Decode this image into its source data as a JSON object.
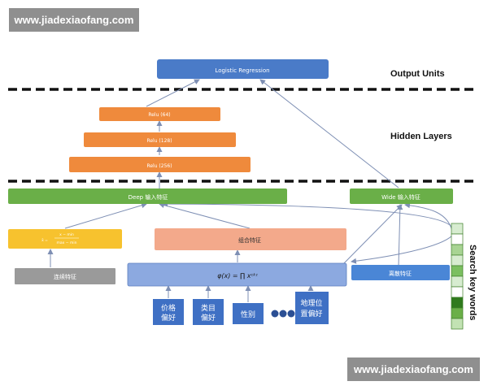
{
  "watermarks": {
    "top": "www.jiadexiaofang.com",
    "bottom": "www.jiadexiaofang.com"
  },
  "layers": {
    "output": "Output Units",
    "hidden": "Hidden Layers"
  },
  "nodes": {
    "logistic": "Logistic Regression",
    "relu64": "Relu (64)",
    "relu128": "Relu (128)",
    "relu256": "Relu (256)",
    "deep_input": "Deep 输入特征",
    "wide_input": "Wide 输入特征",
    "normalize_formula_top": "x − min",
    "normalize_formula_bottom": "max − min",
    "normalize_prefix": "x̂ =",
    "combined": "组合特征",
    "continuous": "连续特征",
    "cross_formula": "φ(x) = ∏ xᶜᵏᶦ",
    "discrete": "离散特征",
    "feat_price": [
      "价格",
      "偏好"
    ],
    "feat_category": [
      "类目",
      "偏好"
    ],
    "feat_gender": "性别",
    "feat_location": [
      "地理位",
      "置偏好"
    ],
    "search_key_words": "Search key words"
  },
  "colors": {
    "blue": "#4a7bc8",
    "orange": "#ef8a3c",
    "green": "#6aaf48",
    "yellow": "#f7c22e",
    "salmon": "#f3a98b",
    "gray": "#9a9a9a",
    "lightblue": "#8ca9e0",
    "featblue": "#3f70c4",
    "edge": "#7e8fb4"
  },
  "search_bar_cells": [
    "#d7ecd0",
    "#ffffff",
    "#a8d493",
    "#d7ecd0",
    "#7bbf60",
    "#d7ecd0",
    "#ffffff",
    "#2f7a1d",
    "#6aaf48",
    "#c2e2b3"
  ]
}
